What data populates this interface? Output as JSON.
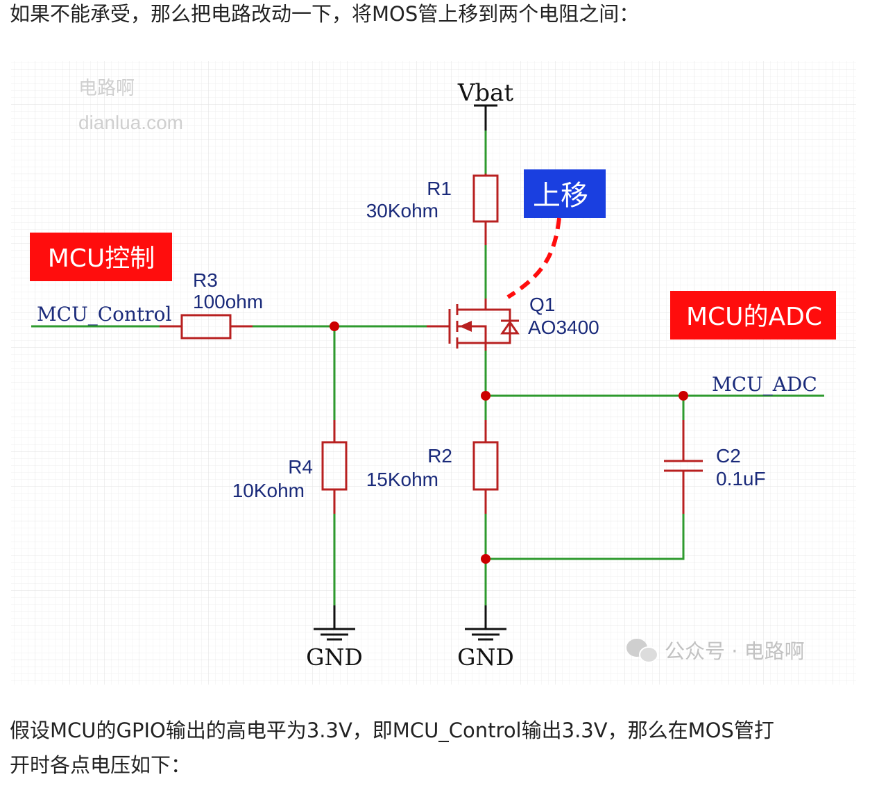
{
  "text": {
    "intro": "如果不能承受，那么把电路改动一下，将MOS管上移到两个电阻之间：",
    "after_line1": "假设MCU的GPIO输出的高电平为3.3V，即MCU_Control输出3.3V，那么在MOS管打",
    "after_line2": "开时各点电压如下："
  },
  "diagram": {
    "watermark": {
      "line1": "电路啊",
      "line2": "dianlua.com",
      "footer": "公众号 · 电路啊"
    },
    "power": "Vbat",
    "ground": "GND",
    "net_control": "MCU_Control",
    "net_adc": "MCU_ADC",
    "tags": {
      "control": "MCU控制",
      "adc": "MCU的ADC",
      "move_up": "上移"
    },
    "components": {
      "r1": {
        "ref": "R1",
        "value": "30Kohm"
      },
      "r2": {
        "ref": "R2",
        "value": "15Kohm"
      },
      "r3": {
        "ref": "R3",
        "value": "100ohm"
      },
      "r4": {
        "ref": "R4",
        "value": "10Kohm"
      },
      "q1": {
        "ref": "Q1",
        "value": "AO3400"
      },
      "c2": {
        "ref": "C2",
        "value": "0.1uF"
      }
    },
    "colors": {
      "wire": "#2e9a2e",
      "part": "#b82020",
      "label": "#1a2a7a",
      "tag_red": "#ff0d0d",
      "tag_blue": "#1a3fe0",
      "grid": "#e6e6e6"
    }
  }
}
